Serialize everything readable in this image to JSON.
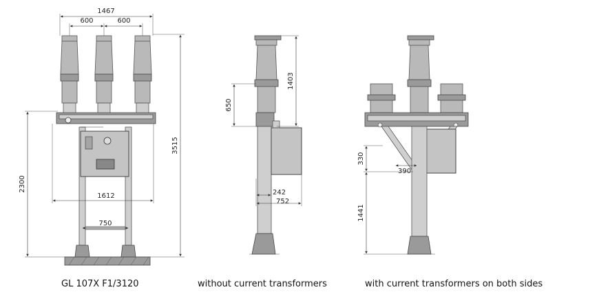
{
  "captions": {
    "left": "GL 107X F1/3120",
    "middle": "without current transformers",
    "right": "with current transformers on both sides"
  },
  "dimensions": {
    "overall_width": "1467",
    "pole_pitch_a": "600",
    "pole_pitch_b": "600",
    "total_height": "3515",
    "frame_height": "2300",
    "frame_width": "1612",
    "leg_spacing": "750",
    "pole_height": "1403",
    "pole_offset": "650",
    "column_width": "242",
    "cabinet_depth": "752",
    "bracket_height": "330",
    "bracket_width": "390",
    "ct_base_height": "1441"
  },
  "colors": {
    "component_fill": "#b9b9b9",
    "line": "#333333"
  }
}
